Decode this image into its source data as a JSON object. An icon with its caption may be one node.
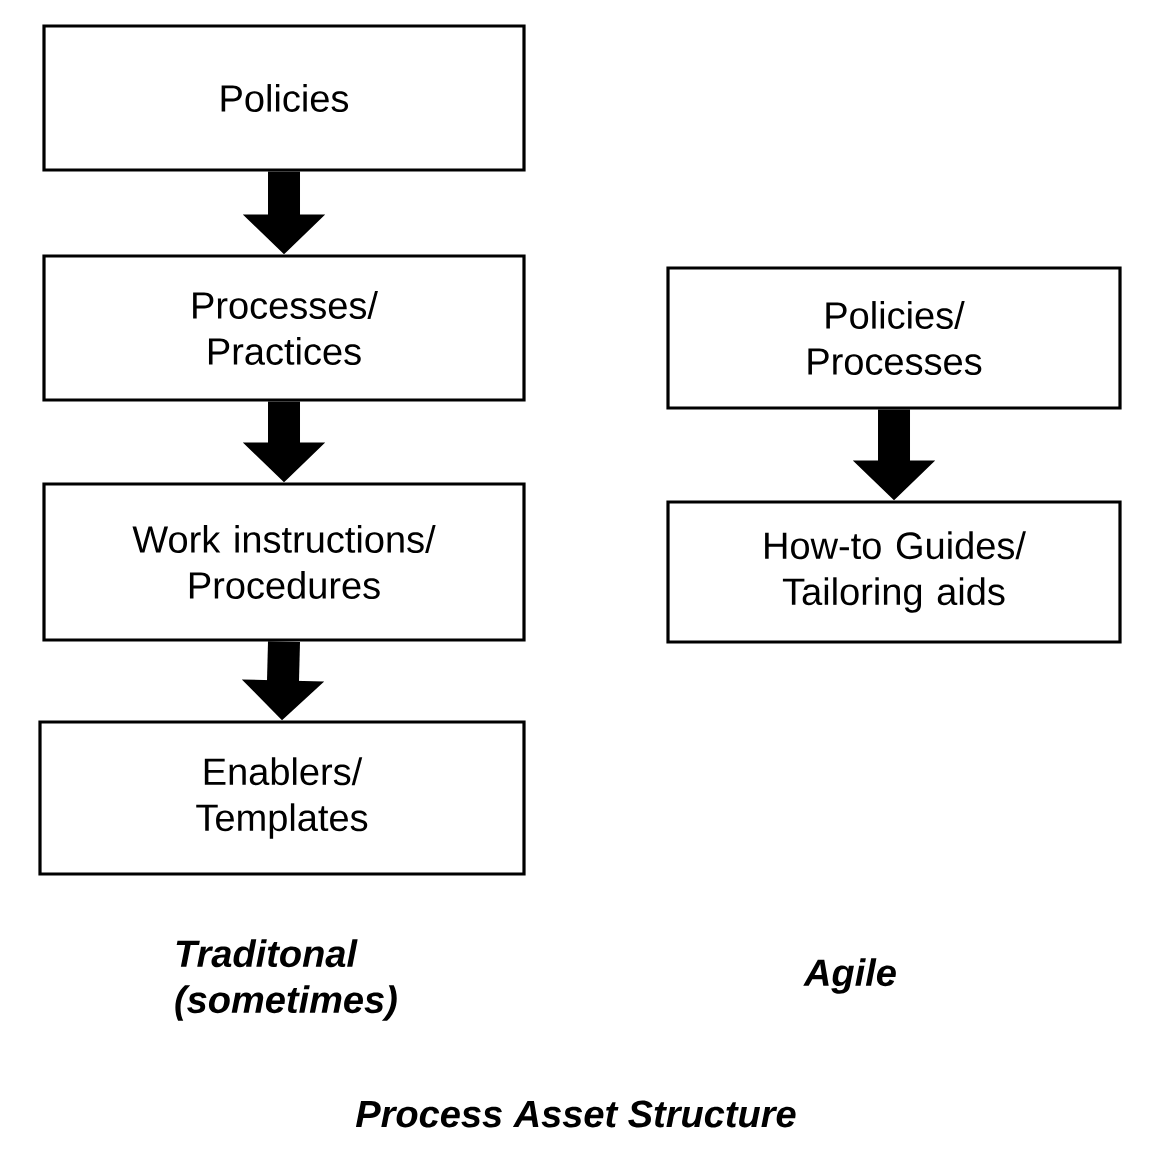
{
  "diagram": {
    "caption": "Process Asset Structure",
    "nodes": [
      {
        "text": [
          "Policies"
        ]
      },
      {
        "text": [
          "Processes/ Practices"
        ]
      },
      {
        "text": [
          "Work instructions/ Procedures"
        ]
      },
      {
        "text": [
          "Enablers/ Templates"
        ]
      },
      {
        "text": [
          "Policies/ Processes"
        ]
      },
      {
        "text": [
          "How-to Guides/ Tailoring aids"
        ]
      }
    ],
    "edges": [
      {
        "from": 0,
        "to": 1,
        "arrow": "to"
      },
      {
        "from": 1,
        "to": 2,
        "arrow": "to"
      },
      {
        "from": 2,
        "to": 3,
        "arrow": "to"
      },
      {
        "from": 4,
        "to": 5,
        "arrow": "to"
      }
    ],
    "labels": [
      "Traditonal (sometimes)",
      "Agile"
    ]
  }
}
